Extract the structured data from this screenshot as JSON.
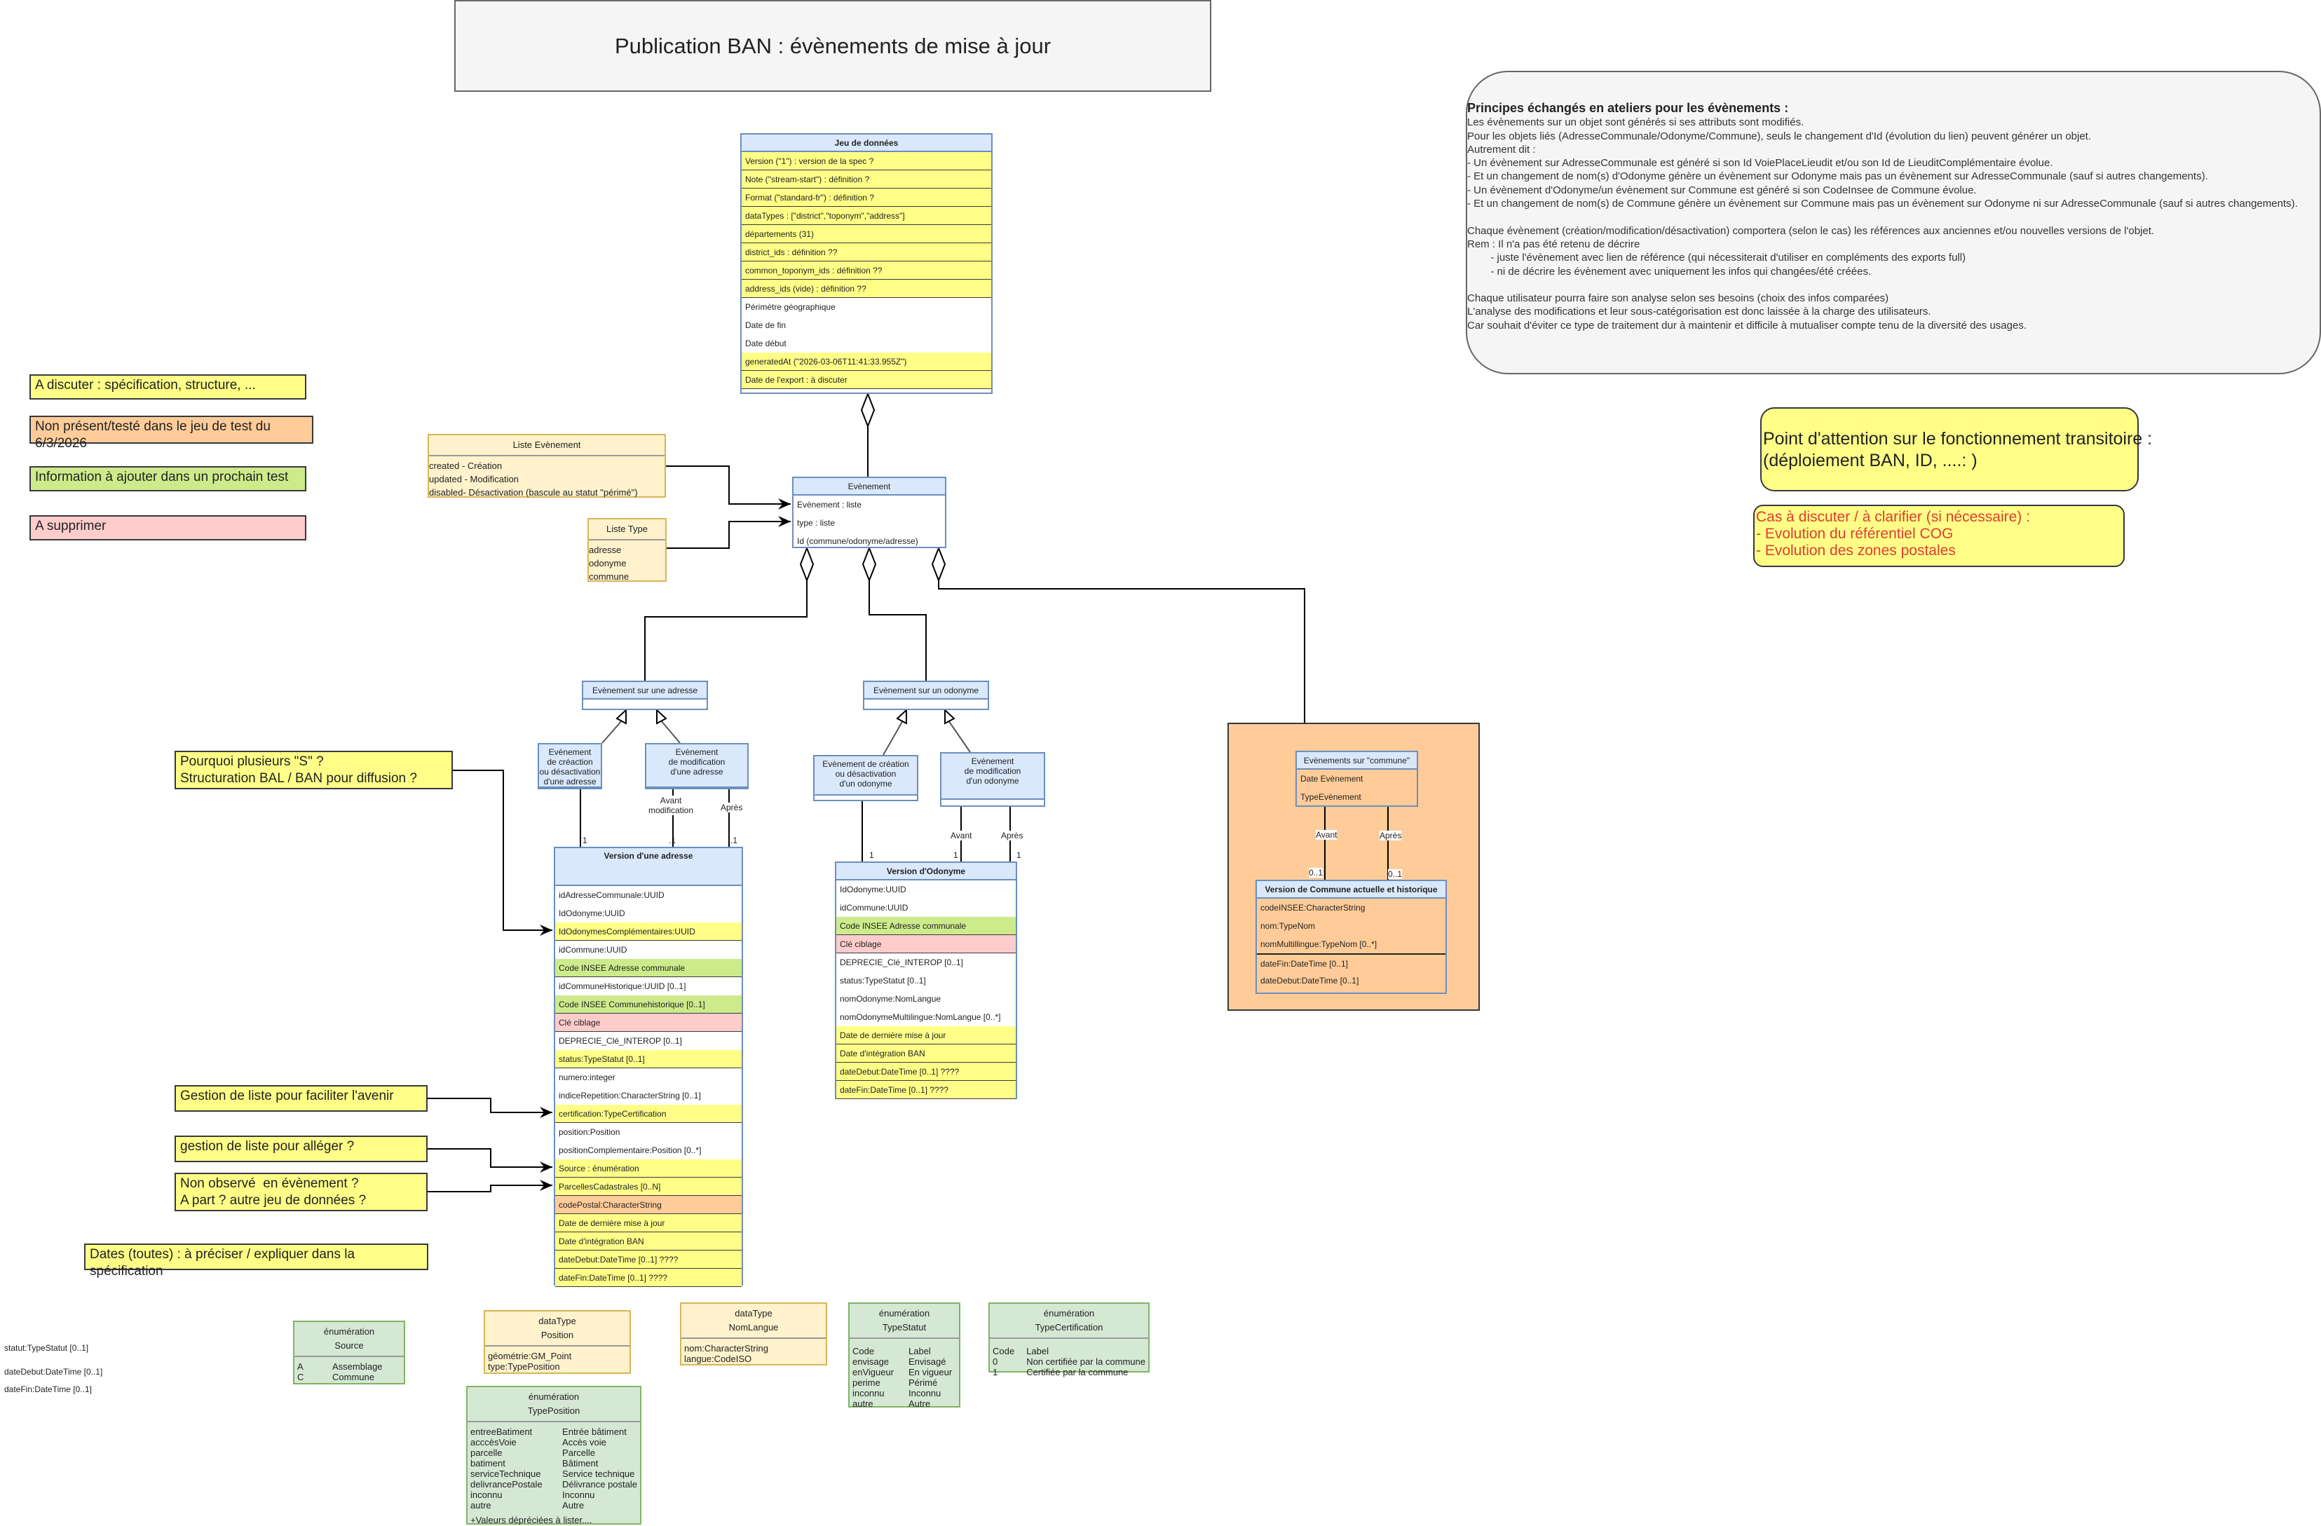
{
  "title": "Publication BAN : évènements de mise à jour",
  "principles": {
    "heading": "Principes échangés en ateliers pour les évènements :",
    "body": "Les évènements sur un objet sont générés si ses attributs sont modifiés.\nPour les objets liés (AdresseCommunale/Odonyme/Commune), seuls le changement d'Id (évolution du lien) peuvent générer un objet.\nAutrement dit :\n- Un évènement sur AdresseCommunale est généré si son Id VoiePlaceLieudit et/ou son Id de LieuditComplémentaire évolue.\n- Et un changement de nom(s) d'Odonyme génère un évènement sur Odonyme mais pas un évènement sur AdresseCommunale (sauf si autres changements).\n- Un évènement d'Odonyme/un évènement sur Commune est généré si son CodeInsee de Commune évolue.\n- Et un changement de nom(s) de Commune génère un évènement sur Commune mais pas un évènement sur Odonyme ni sur AdresseCommunale (sauf si autres changements).\n\nChaque évènement (création/modification/désactivation) comportera (selon le cas) les références aux anciennes et/ou nouvelles versions de l'objet.\nRem : Il n'a pas été retenu de décrire\n        - juste l'évènement avec lien de référence (qui nécessiterait d'utiliser en compléments des exports full)\n        - ni de décrire les évènement avec uniquement les infos qui changées/été créées.\n\nChaque utilisateur pourra faire son analyse selon ses besoins (choix des infos comparées)\nL'analyse des modifications et leur sous-catégorisation est donc laissée à la charge des utilisateurs.\nCar souhait d'éviter ce type de traitement dur à maintenir et difficile à mutualiser compte tenu de la diversité des usages."
  },
  "colors": {
    "discuss": "#ffff88",
    "untested": "#ffcc99",
    "add": "#cdeb8b",
    "remove": "#ffcccc",
    "header": "#dae8fc"
  },
  "legend": [
    {
      "text": "A discuter : spécification, structure, ...",
      "kind": "discuss"
    },
    {
      "text": "Non présent/testé dans le jeu de test du 6/3/2026",
      "kind": "untested"
    },
    {
      "text": "Information à ajouter dans un prochain test",
      "kind": "add"
    },
    {
      "text": "A supprimer",
      "kind": "remove"
    }
  ],
  "notes": {
    "pourquoi": "Pourquoi plusieurs \"S\" ?\nStructuration BAL / BAN pour diffusion ?",
    "avenir": "Gestion de liste pour faciliter l'avenir",
    "alleger": "gestion de liste pour alléger ?",
    "non_observe": "Non observé  en évènement ?\nA part ? autre jeu de données ?",
    "dates": "Dates (toutes) : à préciser / expliquer dans la spécification",
    "attention": "Point d'attention sur le fonctionnement transitoire :\n(déploiement BAN, ID, ....: )",
    "cas": "Cas à discuter / à clarifier (si nécessaire) :\n- Evolution du référentiel COG\n- Evolution des zones postales"
  },
  "classes": {
    "jeu": {
      "title": "Jeu de données",
      "rows": [
        {
          "t": "Version (\"1\") : version de la spec ?",
          "k": "discuss"
        },
        {
          "t": "Note (\"stream-start\") : définition ?",
          "k": "discuss"
        },
        {
          "t": "Format (\"standard-fr\") : définition ?",
          "k": "discuss"
        },
        {
          "t": "dataTypes  : [\"district\",\"toponym\",\"address\"]",
          "k": "discuss"
        },
        {
          "t": "départements  (31)",
          "k": "discuss"
        },
        {
          "t": "district_ids : définition ??",
          "k": "discuss"
        },
        {
          "t": "common_toponym_ids : définition ??",
          "k": "discuss"
        },
        {
          "t": "address_ids (vide) : définition ??",
          "k": "discuss"
        },
        {
          "t": "Périmètre géographique",
          "k": ""
        },
        {
          "t": "Date de fin",
          "k": ""
        },
        {
          "t": "Date début",
          "k": ""
        },
        {
          "t": "generatedAt (\"2026-03-06T11:41:33.955Z\")",
          "k": "discuss"
        },
        {
          "t": "Date de l'export :  à discuter",
          "k": "discuss"
        }
      ]
    },
    "evenement": {
      "title": "Evènement",
      "rows": [
        {
          "t": "Evènement : liste",
          "k": ""
        },
        {
          "t": "type : liste",
          "k": ""
        },
        {
          "t": "Id   (commune/odonyme/adresse)",
          "k": ""
        }
      ]
    },
    "ev_adresse": {
      "title": "Evènement sur une adresse",
      "rows": []
    },
    "ev_odonyme": {
      "title": "Evènement sur un odonyme",
      "rows": []
    },
    "ev_crea_adr": {
      "title": "Evènement\nde créaction\nou désactivation\nd'une adresse",
      "rows": []
    },
    "ev_modif_adr": {
      "title": "Evènement\nde modification\nd'une adresse",
      "rows": []
    },
    "ev_crea_odo": {
      "title": "Evènement de création\nou désactivation\nd'un odonyme",
      "rows": []
    },
    "ev_modif_odo": {
      "title": "Evènement\nde modification\nd'un odonyme",
      "rows": []
    },
    "version_adresse": {
      "title": "Version d'une adresse",
      "rows": [
        {
          "t": "idAdresseCommunale:UUID",
          "k": ""
        },
        {
          "t": "IdOdonyme:UUID",
          "k": ""
        },
        {
          "t": "IdOdonymesComplémentaires:UUID",
          "k": "discuss"
        },
        {
          "t": "idCommune:UUID",
          "k": ""
        },
        {
          "t": "Code INSEE Adresse communale",
          "k": "add"
        },
        {
          "t": "idCommuneHistorique:UUID [0..1]",
          "k": ""
        },
        {
          "t": "Code INSEE Communehistorique  [0..1]",
          "k": "add"
        },
        {
          "t": "Clé ciblage",
          "k": "remove"
        },
        {
          "t": "DEPRECIE_Clé_INTEROP [0..1]",
          "k": ""
        },
        {
          "t": "status:TypeStatut [0..1]",
          "k": "discuss"
        },
        {
          "t": "numero:integer",
          "k": ""
        },
        {
          "t": "indiceRepetition:CharacterString [0..1]",
          "k": ""
        },
        {
          "t": "certification:TypeCertification",
          "k": "discuss"
        },
        {
          "t": "position:Position",
          "k": ""
        },
        {
          "t": "positionComplementaire:Position [0..*]",
          "k": ""
        },
        {
          "t": "Source : énumération",
          "k": "discuss"
        },
        {
          "t": "ParcellesCadastrales [0..N]",
          "k": "discuss"
        },
        {
          "t": "codePostal:CharacterString",
          "k": "untested"
        },
        {
          "t": "Date de dernière mise à jour",
          "k": "discuss"
        },
        {
          "t": "Date d'intégration BAN",
          "k": "discuss"
        },
        {
          "t": "dateDebut:DateTime [0..1] ????",
          "k": "discuss"
        },
        {
          "t": "dateFin:DateTime [0..1] ????",
          "k": "discuss"
        }
      ]
    },
    "version_odonyme": {
      "title": "Version d'Odonyme",
      "rows": [
        {
          "t": "IdOdonyme:UUID",
          "k": ""
        },
        {
          "t": "idCommune:UUID",
          "k": ""
        },
        {
          "t": "Code INSEE Adresse communale",
          "k": "add"
        },
        {
          "t": "Clé ciblage",
          "k": "remove"
        },
        {
          "t": "DEPRECIE_Clé_INTEROP [0..1]",
          "k": ""
        },
        {
          "t": "status:TypeStatut [0..1]",
          "k": ""
        },
        {
          "t": "nomOdonyme:NomLangue",
          "k": ""
        },
        {
          "t": "nomOdonymeMultilingue:NomLangue [0..*]",
          "k": ""
        },
        {
          "t": "Date de dernière mise à jour",
          "k": "discuss"
        },
        {
          "t": "Date d'intégration BAN",
          "k": "discuss"
        },
        {
          "t": "dateDebut:DateTime [0..1] ????",
          "k": "discuss"
        },
        {
          "t": "dateFin:DateTime [0..1] ????",
          "k": "discuss"
        }
      ]
    },
    "ev_commune": {
      "title": "Evènements sur \"commune\"",
      "rows": [
        {
          "t": "Date Evènement",
          "k": ""
        },
        {
          "t": "TypeEvènement",
          "k": ""
        }
      ]
    },
    "version_commune": {
      "title": "Version de Commune actuelle et historique",
      "rows": [
        {
          "t": "codeINSEE:CharacterString",
          "k": ""
        },
        {
          "t": "nom:TypeNom",
          "k": ""
        },
        {
          "t": "nomMultillingue:TypeNom  [0..*]",
          "k": ""
        },
        {
          "t": "dateFin:DateTime [0..1]",
          "k": "sep"
        },
        {
          "t": "dateDebut:DateTime [0..1]",
          "k": ""
        }
      ]
    }
  },
  "liste_evenement": {
    "title": "Liste Evènement",
    "items": "created - Création\nupdated - Modification\ndisabled- Désactivation (bascule au statut \"périmé\")"
  },
  "liste_type": {
    "title": "Liste Type",
    "items": "adresse\nodonyme\ncommune"
  },
  "assoc": {
    "one": "1",
    "dot_one": ".1",
    "zero_one": "0..1",
    "avant_modif": "Avant\nmodification",
    "avant": "Avant",
    "apres": "Après"
  },
  "loose": [
    "statut:TypeStatut [0..1]",
    "dateDebut:DateTime [0..1]",
    "dateFin:DateTime [0..1]"
  ],
  "types": {
    "source": {
      "stereo": "énumération",
      "name": "Source",
      "col1": "A\nC",
      "col2": "Assemblage\nCommune"
    },
    "position": {
      "stereo": "dataType",
      "name": "Position",
      "items": "géométrie:GM_Point\ntype:TypePosition"
    },
    "typeposition": {
      "stereo": "énumération",
      "name": "TypePosition",
      "col1": "entreeBatiment\nacccèsVoie\nparcelle\nbatiment\nserviceTechnique\ndelivrancePostale\ninconnu\nautre",
      "col2": "Entrée bâtiment\nAccès voie\nParcelle\nBâtiment\nService technique\nDélivrance postale\nInconnu\nAutre",
      "footer": "+Valeurs dépréciées à lister...."
    },
    "nomlangue": {
      "stereo": "dataType",
      "name": "NomLangue",
      "items": "nom:CharacterString\nlangue:CodeISO"
    },
    "typestatut": {
      "stereo": "énumération",
      "name": "TypeStatut",
      "col1": "Code\nenvisage\nenVigueur\nperime\ninconnu\nautre",
      "col2": "Label\nEnvisagé\nEn vigueur\nPérimé\nInconnu\nAutre"
    },
    "typecertification": {
      "stereo": "énumération",
      "name": "TypeCertification",
      "col1": "Code\n0\n1",
      "col2": "Label\nNon certifiée par la commune\nCertifiée par la commune"
    }
  }
}
